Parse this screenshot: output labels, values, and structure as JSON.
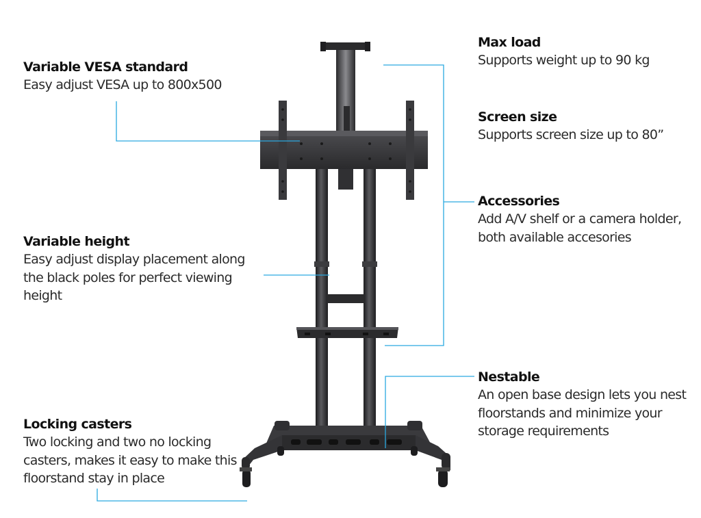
{
  "callouts": {
    "vesa": {
      "title": "Variable VESA standard",
      "desc": "Easy adjust VESA up to 800x500"
    },
    "height": {
      "title": "Variable height",
      "desc": "Easy adjust display placement along the black poles for perfect viewing height"
    },
    "casters": {
      "title": "Locking casters",
      "desc": "Two locking and two no locking casters, makes it easy to make this floorstand stay in place"
    },
    "load": {
      "title": "Max load",
      "desc": "Supports weight up to 90 kg"
    },
    "screen": {
      "title": "Screen size",
      "desc": "Supports screen size up to 80”"
    },
    "accessories": {
      "title": "Accessories",
      "desc": "Add A/V shelf or a camera holder, both available accesories"
    },
    "nestable": {
      "title": "Nestable",
      "desc": "An open base design lets you nest floorstands and minimize your storage requirements"
    }
  },
  "colors": {
    "leader_line": "#2aa9e0",
    "metal_dark": "#2b2b2d",
    "metal_mid": "#4a4a4d"
  }
}
